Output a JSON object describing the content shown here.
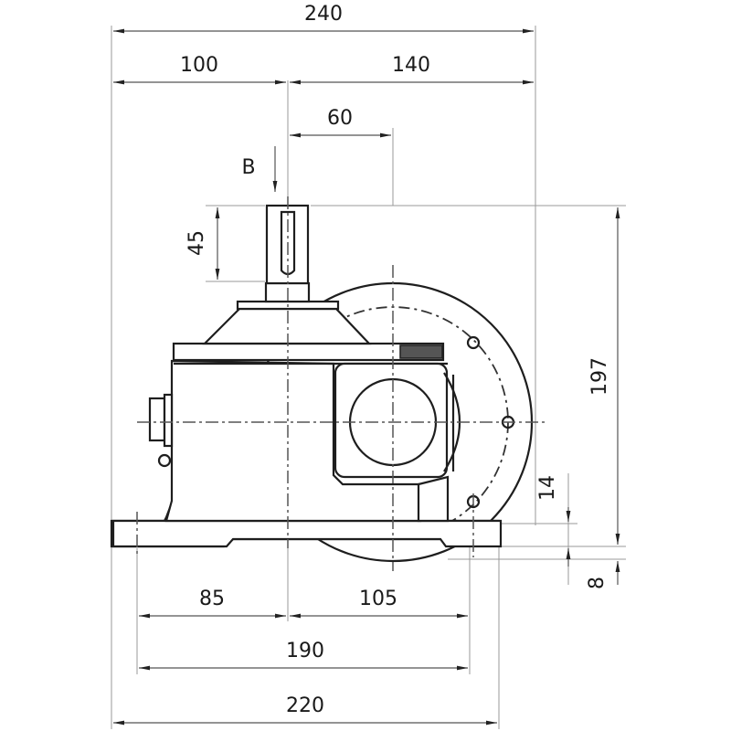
{
  "drawing": {
    "type": "gear reducer outline drawing",
    "view_label": "B",
    "line_color": "#1e1e1e",
    "background": "#ffffff"
  },
  "dimensions": {
    "top": {
      "overall_width": "240",
      "left_to_shaft": "100",
      "shaft_to_right": "140",
      "shaft_offset": "60"
    },
    "left": {
      "shaft_length": "45"
    },
    "right": {
      "overall_height": "197",
      "base_to_mount": "14",
      "base_thickness": "8"
    },
    "bottom": {
      "left_to_center": "85",
      "center_to_right": "105",
      "mounting_hole_span": "190",
      "base_length": "220"
    }
  }
}
